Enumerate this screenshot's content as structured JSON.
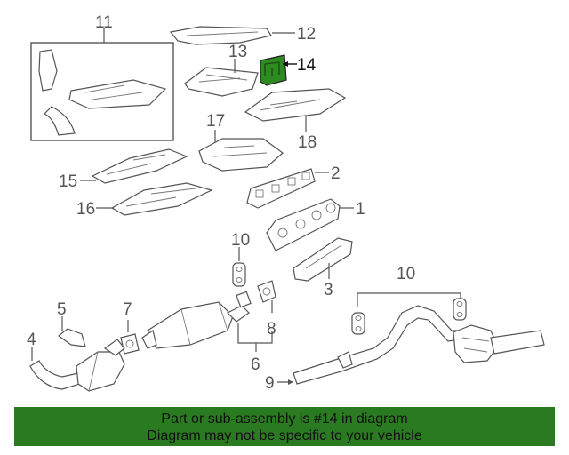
{
  "callouts": {
    "c1": "1",
    "c2": "2",
    "c3": "3",
    "c4": "4",
    "c5": "5",
    "c6": "6",
    "c7": "7",
    "c8": "8",
    "c9": "9",
    "c10a": "10",
    "c10b": "10",
    "c11": "11",
    "c12": "12",
    "c13": "13",
    "c14": "14",
    "c15": "15",
    "c16": "16",
    "c17": "17",
    "c18": "18"
  },
  "highlight": {
    "part": "14",
    "color": "#2e8b22"
  },
  "banner": {
    "line1": "Part or sub-assembly is #14 in diagram",
    "line2": "Diagram may not be specific to your vehicle",
    "color": "#2a7a21"
  }
}
